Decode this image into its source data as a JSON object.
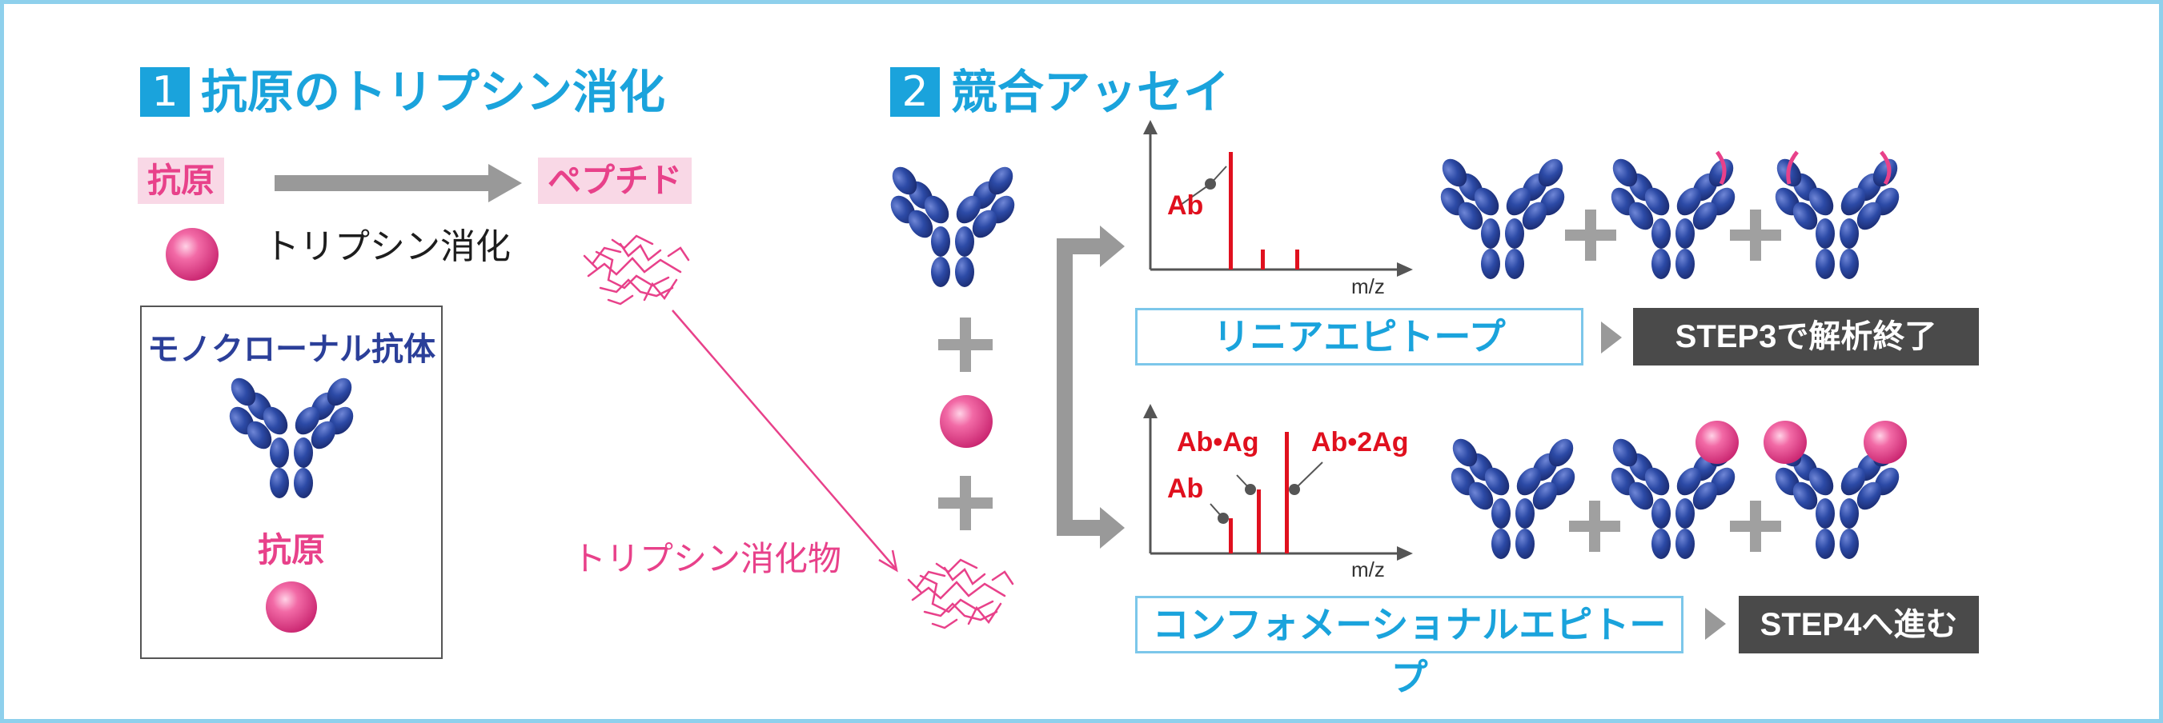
{
  "section1": {
    "number": "1",
    "title": "抗原のトリプシン消化",
    "antigen_label": "抗原",
    "peptide_label": "ペプチド",
    "digestion_label": "トリプシン消化",
    "box_antibody_label": "モノクローナル抗体",
    "box_antigen_label": "抗原",
    "digest_product_label": "トリプシン消化物"
  },
  "section2": {
    "number": "2",
    "title": "競合アッセイ",
    "chart_top": {
      "peak_label": "Ab",
      "xaxis_label": "m/z"
    },
    "chart_bottom": {
      "peak_labels": [
        "Ab",
        "Ab•Ag",
        "Ab•2Ag"
      ],
      "xaxis_label": "m/z"
    },
    "result_top": "リニアエピトープ",
    "next_top": "STEP3で解析終了",
    "result_bottom": "コンフォメーショナルエピトープ",
    "next_bottom": "STEP4へ進む"
  },
  "colors": {
    "title_blue": "#1aa3dc",
    "pink": "#e8418a",
    "antibody_blue": "#2b3f99",
    "peak_red": "#e0101e",
    "arrow_gray": "#999999",
    "dark_box": "#4a4a4a"
  }
}
